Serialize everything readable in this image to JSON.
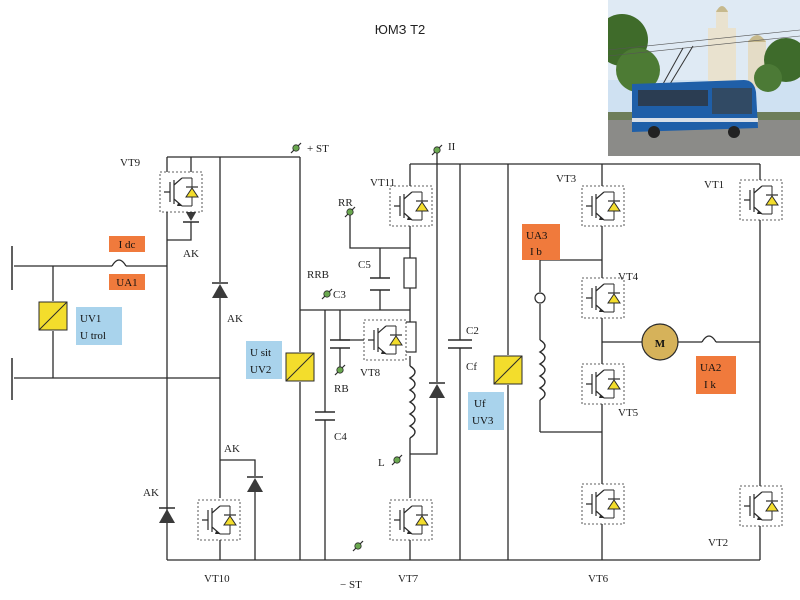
{
  "title": "ЮМЗ Т2",
  "photo": {
    "icon": "trolleybus-photo"
  },
  "colors": {
    "orange": "#f07a3c",
    "blue": "#a9d3ec",
    "yellow": "#f3dd2c",
    "green": "#6aa84f",
    "motor": "#d6b25a"
  },
  "boxes": {
    "idc": "I dc",
    "ua1": "UA1",
    "uv1a": "UV1",
    "uv1b": "U trol",
    "usit": "U sit",
    "uv2": "UV2",
    "ufa": "Uf",
    "uv3": "UV3",
    "ua3a": "UA3",
    "ua3b": "I b",
    "ua2a": "UA2",
    "ua2b": "I k"
  },
  "labels": {
    "vt9": "VT9",
    "vt10": "VT10",
    "vt11": "VT11",
    "vt7": "VT7",
    "vt8": "VT8",
    "vt3": "VT3",
    "vt4": "VT4",
    "vt5": "VT5",
    "vt6": "VT6",
    "vt1": "VT1",
    "vt2": "VT2",
    "ak1": "AK",
    "ak2": "AK",
    "ak3": "AK",
    "ak4": "AK",
    "st_plus": "+ ST",
    "st_minus": "− ST",
    "ii": "II",
    "rr": "RR",
    "rrb": "RRB",
    "c3": "C3",
    "c5": "C5",
    "rb": "RB",
    "c4": "C4",
    "c2": "C2",
    "cf": "Cf",
    "l": "L",
    "motor": "M"
  }
}
